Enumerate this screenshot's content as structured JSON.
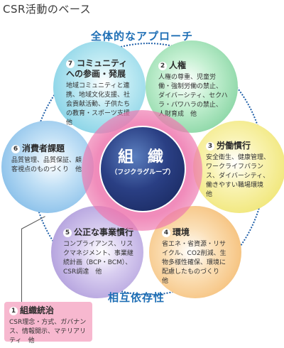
{
  "title": "CSR活動のベース",
  "top_label": "全体的なアプローチ",
  "bottom_label": "相互依存性",
  "center": {
    "title": "組 織",
    "subtitle": "（フジクラグループ）"
  },
  "items": [
    {
      "num": "1",
      "title": "組織統治",
      "body": "CSR理念・方式、ガバナンス、情報開示、マテリアリティ　他",
      "color": "#f7b8cf"
    },
    {
      "num": "2",
      "title": "人権",
      "body": "人権の尊重、児童労働・強制労働の禁止、ダイバーシティ、セクハラ・パワハラの禁止、人財育成　他",
      "color": "#8fd6a6"
    },
    {
      "num": "3",
      "title": "労働慣行",
      "body": "安全衛生、健康管理、ワークライフバランス、ダイバーシティ、働きやすい職場環境　他",
      "color": "#f2ea7c"
    },
    {
      "num": "4",
      "title": "環境",
      "body": "省エネ・省資源・リサイクル、CO2削減、生物多様性確保、環境に配慮したものづくり　他",
      "color": "#f8c98a"
    },
    {
      "num": "5",
      "title": "公正な事業慣行",
      "body": "コンプライアンス、リスクマネジメント、事業継続計画（BCP・BCM）、CSR調達　他",
      "color": "#b9a8df"
    },
    {
      "num": "6",
      "title": "消費者課題",
      "body": "品質管理、品質保証、顧客視点のものづくり　他",
      "color": "#8fc4ea"
    },
    {
      "num": "7",
      "title": "コミュニティへの参画・発展",
      "body": "地域コミュニティと連携、地域文化支援、社会貢献活動、子供たちの教育・スポーツ支援　他",
      "color": "#8fd2e6"
    }
  ]
}
